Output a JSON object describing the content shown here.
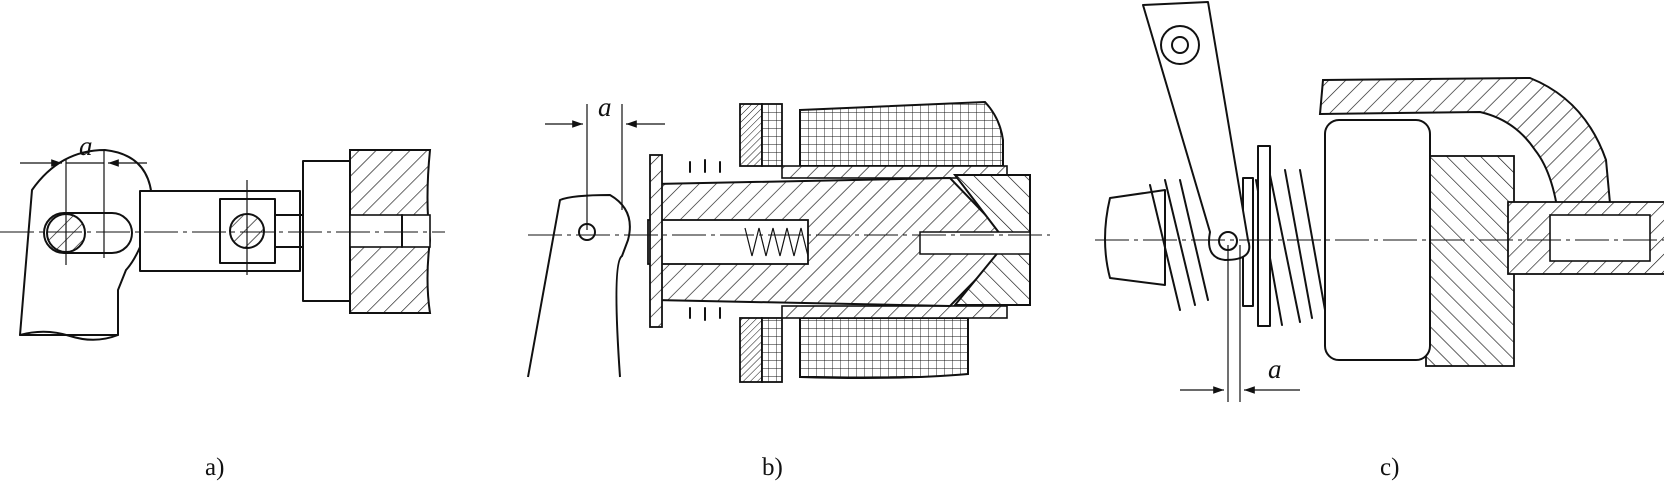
{
  "figure": {
    "panels": [
      {
        "id": "a",
        "caption": "a)",
        "dimension_label": "a"
      },
      {
        "id": "b",
        "caption": "b)",
        "dimension_label": "a"
      },
      {
        "id": "c",
        "caption": "c)",
        "dimension_label": "a"
      }
    ]
  }
}
